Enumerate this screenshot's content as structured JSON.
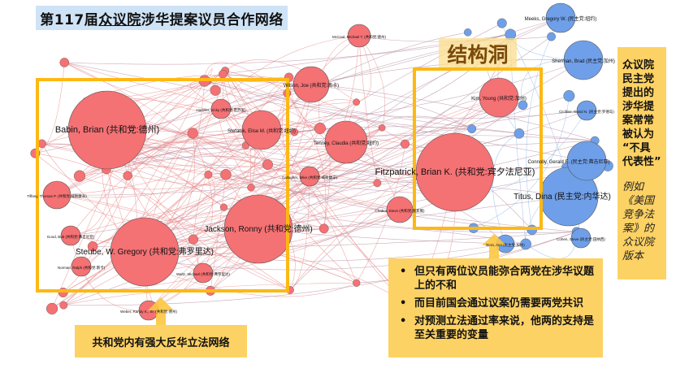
{
  "title": {
    "prefix": "第117届",
    "underlined": "众议院",
    "suffix": "涉华提案议员合作网络"
  },
  "structural_hole_label": "结构洞",
  "side_note": {
    "bold_lines": [
      "众议院",
      "民主党",
      "提出的",
      "涉华提",
      "案常常",
      "被认为",
      "“不具",
      "代表性”"
    ],
    "italic_lines": [
      "例如",
      "《美国",
      "竞争法",
      "案》的",
      "众议院",
      "版本"
    ]
  },
  "bottom_left_callout": "共和党内有强大反华立法网络",
  "bottom_right_callout": {
    "bullets": [
      "但只有两位议员能弥合两党在涉华议题上的不和",
      "而目前国会通过议案仍需要两党共识",
      "对预测立法通过率来说，他两的支持是至关重要的变量"
    ]
  },
  "colors": {
    "republican": "#f47174",
    "democrat": "#6f9fe8",
    "republican_edge": "#e88a8c",
    "democrat_edge": "#8fb6ea",
    "highlight_box": "#fdb813",
    "callout": "#fdd264",
    "title_bg": "#cfe3f6"
  },
  "nodes": [
    {
      "id": "babin",
      "label": "Babin, Brian (共和党:德州)",
      "party": "R",
      "size": "xl"
    },
    {
      "id": "jackson",
      "label": "Jackson, Ronny (共和党:德州)",
      "party": "R",
      "size": "l"
    },
    {
      "id": "steube",
      "label": "Steube, W. Gregory (共和党:弗罗里达)",
      "party": "R",
      "size": "l"
    },
    {
      "id": "fitzpatrick",
      "label": "Fitzpatrick, Brian K. (共和党:宾夕法尼亚)",
      "party": "R",
      "size": "xl"
    },
    {
      "id": "kim",
      "label": "Kim, Young (共和党:加州)",
      "party": "R",
      "size": "m"
    },
    {
      "id": "wilson",
      "label": "Wilson, Joe (共和党:南卡)",
      "party": "R",
      "size": "m"
    },
    {
      "id": "tenney",
      "label": "Tenney, Claudia (共和党:纽约)",
      "party": "R",
      "size": "m"
    },
    {
      "id": "stefanik",
      "label": "Stefanik, Elise M. (共和党:纽约)",
      "party": "R",
      "size": "m"
    },
    {
      "id": "tiffany",
      "label": "Tiffany, Thomas P. (共和党:威斯康辛)",
      "party": "R",
      "size": "s"
    },
    {
      "id": "mccaul",
      "label": "McCaul, Michael T. (共和党:德州)",
      "party": "R",
      "size": "s"
    },
    {
      "id": "chabot",
      "label": "Chabot, Steve (共和党:俄亥俄)",
      "party": "R",
      "size": "s"
    },
    {
      "id": "gallagher",
      "label": "Gallagher, Mike (共和党:威斯康辛)",
      "party": "R",
      "size": "s"
    },
    {
      "id": "hartzler",
      "label": "Hartzler, Vicky (共和党:密苏里)",
      "party": "R",
      "size": "s"
    },
    {
      "id": "norman",
      "label": "Norman, Ralph (共和党:南卡)",
      "party": "R",
      "size": "s"
    },
    {
      "id": "good",
      "label": "Good, Bob (共和党:弗吉尼亚)",
      "party": "R",
      "size": "s"
    },
    {
      "id": "waltz",
      "label": "Waltz, Michael (共和党:弗罗里达)",
      "party": "R",
      "size": "s"
    },
    {
      "id": "weber",
      "label": "Weber, Randy K., Sr. (共和党:德州)",
      "party": "R",
      "size": "s"
    },
    {
      "id": "titus",
      "label": "Titus, Dina (民主党:内华达)",
      "party": "D",
      "size": "l"
    },
    {
      "id": "connolly",
      "label": "Connolly, Gerald E. (民主党:弗吉尼亚)",
      "party": "D",
      "size": "m"
    },
    {
      "id": "sherman",
      "label": "Sherman, Brad (民主党:加州)",
      "party": "D",
      "size": "m"
    },
    {
      "id": "meeks",
      "label": "Meeks, Gregory W. (民主党:纽约)",
      "party": "D",
      "size": "m"
    },
    {
      "id": "cicilline",
      "label": "Cicilline, David N. (民主党:罗德岛)",
      "party": "D",
      "size": "s"
    },
    {
      "id": "cohen",
      "label": "Cohen, Steve (民主党:田纳西)",
      "party": "D",
      "size": "s"
    },
    {
      "id": "bera",
      "label": "Bera, Ami (民主党:加州)",
      "party": "D",
      "size": "s"
    }
  ]
}
